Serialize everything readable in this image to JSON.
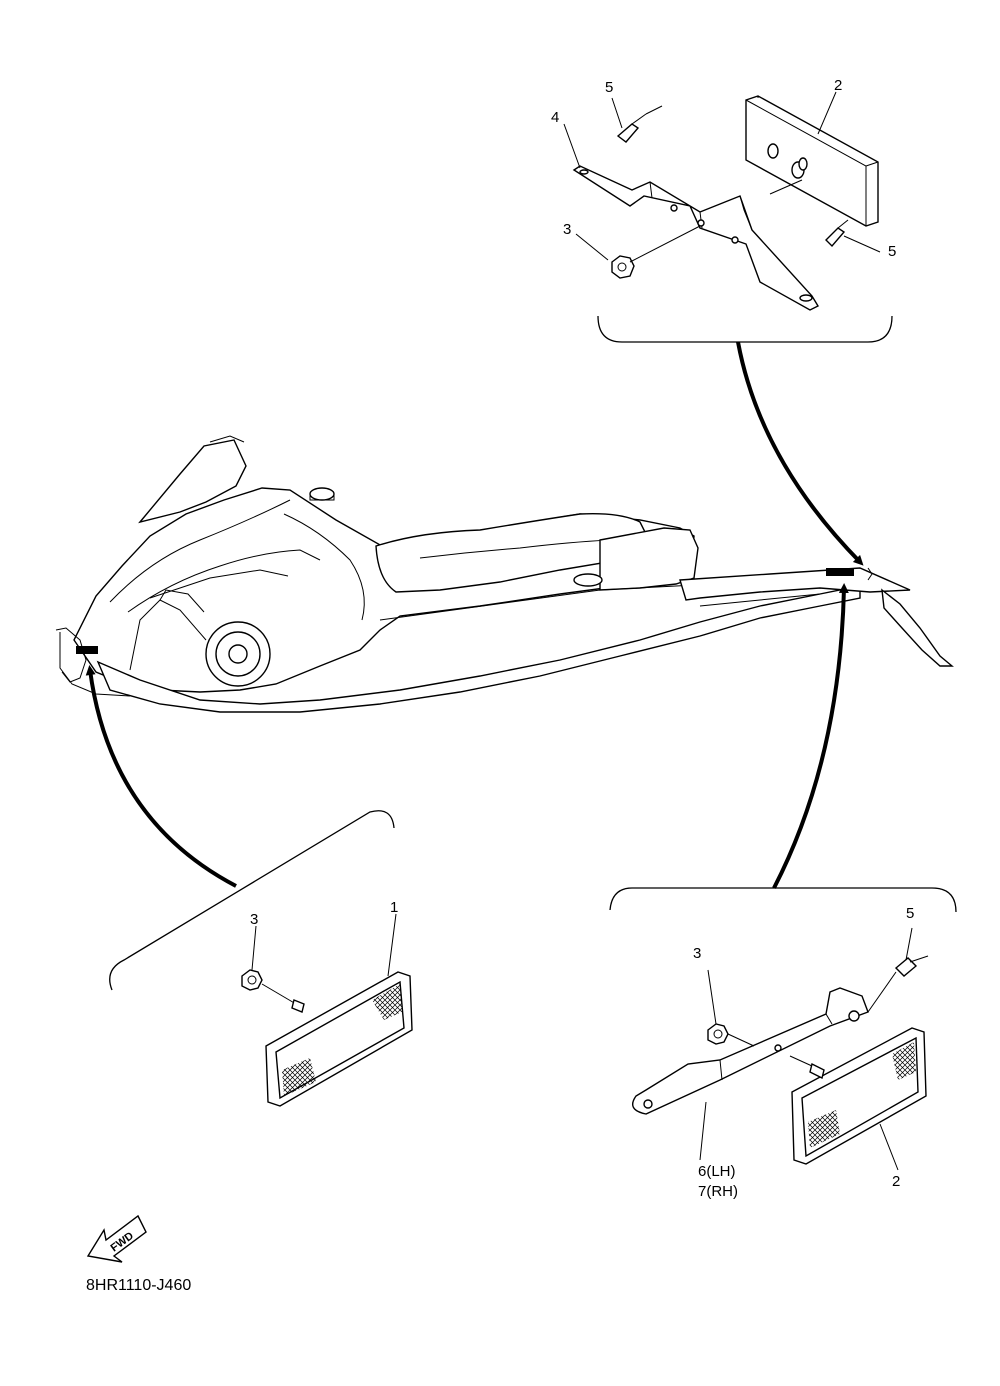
{
  "diagram": {
    "part_number_code": "8HR1110-J460",
    "fwd_label": "FWD",
    "callouts": {
      "top_reflector": "2",
      "top_rivet_upper": "5",
      "top_bracket": "4",
      "top_nut": "3",
      "top_rivet_right": "5",
      "left_nut": "3",
      "left_reflector": "1",
      "right_nut": "3",
      "right_rivet": "5",
      "right_bracket_lh": "6(LH)",
      "right_bracket_rh": "7(RH)",
      "right_reflector": "2"
    }
  }
}
